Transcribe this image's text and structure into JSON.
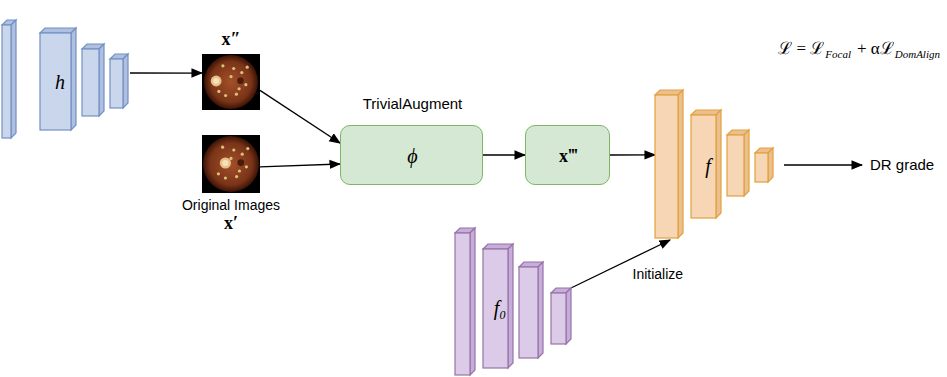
{
  "diagram": {
    "nodes": [
      {
        "text": [
          "h"
        ]
      },
      {
        "text": [
          "x″"
        ]
      },
      {
        "text": [
          "Original Images",
          "x′"
        ]
      },
      {
        "text": [
          "TrivialAugment",
          "ϕ"
        ]
      },
      {
        "text": [
          "x‴"
        ]
      },
      {
        "text": [
          "f₀"
        ]
      },
      {
        "text": [
          "f"
        ]
      }
    ],
    "edges": [
      {
        "from": 0,
        "to": 1,
        "arrow": "to"
      },
      {
        "from": 1,
        "to": 3,
        "arrow": "to"
      },
      {
        "from": 2,
        "to": 3,
        "arrow": "to"
      },
      {
        "from": 3,
        "to": 4,
        "arrow": "to"
      },
      {
        "from": 4,
        "to": 6,
        "arrow": "to"
      },
      {
        "from": 5,
        "to": 6,
        "label": "Initialize",
        "arrow": "to"
      }
    ],
    "labels": [
      "ℒ = ℒ",
      "Focal",
      "+ αℒ",
      "DomAlign",
      "DR grade"
    ]
  }
}
